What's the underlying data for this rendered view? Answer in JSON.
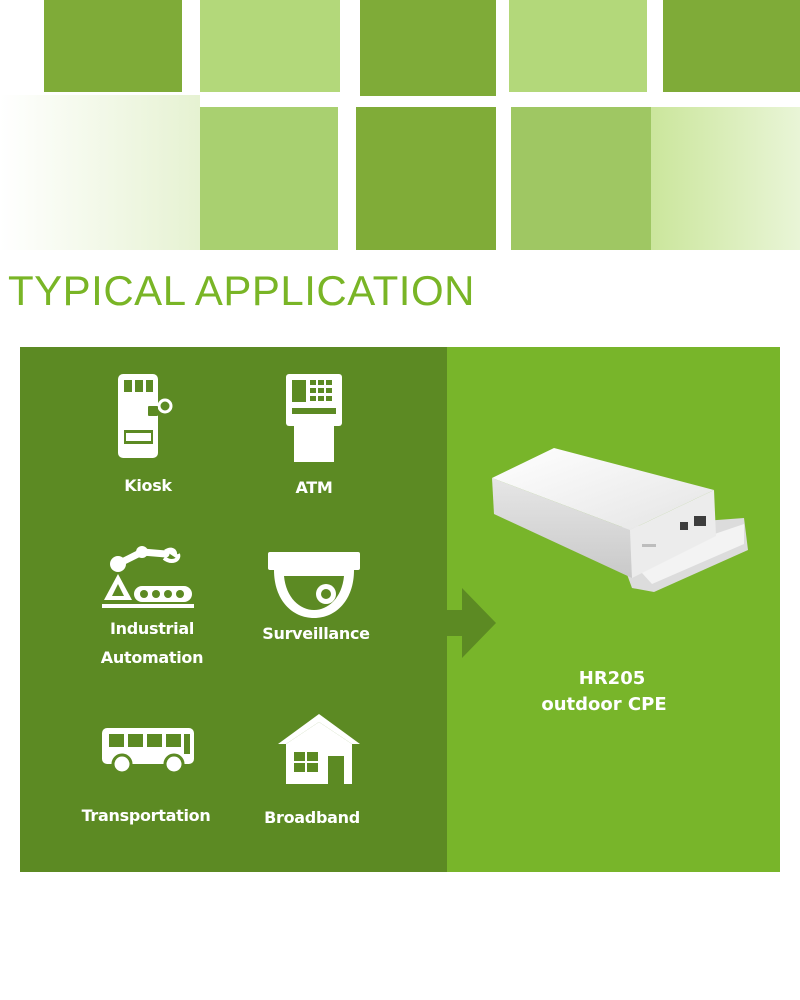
{
  "heading": "TYPICAL APPLICATION",
  "applications": [
    {
      "icon": "kiosk-icon",
      "label": "Kiosk"
    },
    {
      "icon": "atm-icon",
      "label": "ATM"
    },
    {
      "icon": "industrial-automation-icon",
      "label_line1": "Industrial",
      "label_line2": "Automation"
    },
    {
      "icon": "surveillance-camera-icon",
      "label": "Surveillance"
    },
    {
      "icon": "bus-icon",
      "label": "Transportation"
    },
    {
      "icon": "house-icon",
      "label": "Broadband"
    }
  ],
  "product": {
    "model": "HR205",
    "description": "outdoor CPE"
  },
  "colors": {
    "heading": "#79b526",
    "apps_panel": "#5c8a23",
    "product_panel": "#78b52a",
    "tile_dark": "#80ac3a",
    "tile_light": "#b6d97a"
  }
}
